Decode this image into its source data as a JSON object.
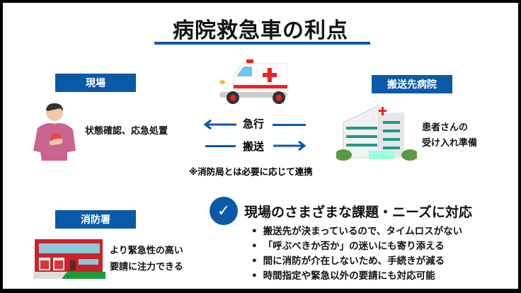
{
  "title": "病院救急車の利点",
  "labels": {
    "scene": "現場",
    "hospital": "搬送先病院",
    "fire_station": "消防署"
  },
  "scene_text": "状態確認、応急処置",
  "hospital_text": [
    "患者さんの",
    "受け入れ準備"
  ],
  "fire_text": [
    "より緊急性の高い",
    "要請に注力できる"
  ],
  "arrows": {
    "dispatch": "急行",
    "transport": "搬送"
  },
  "note": "※消防局とは必要に応じて連携",
  "benefit": {
    "check": "✓",
    "heading": "現場のさまざまな課題・ニーズに対応",
    "bullets": [
      "搬送先が決まっているので、タイムロスがない",
      "「呼ぶべきか否か」の迷いにも寄り添える",
      "間に消防が介在しないため、手続きが減る",
      "時間指定や緊急以外の要請にも対応可能"
    ]
  },
  "colors": {
    "accent": "#0b5aa8",
    "red": "#e02020"
  }
}
